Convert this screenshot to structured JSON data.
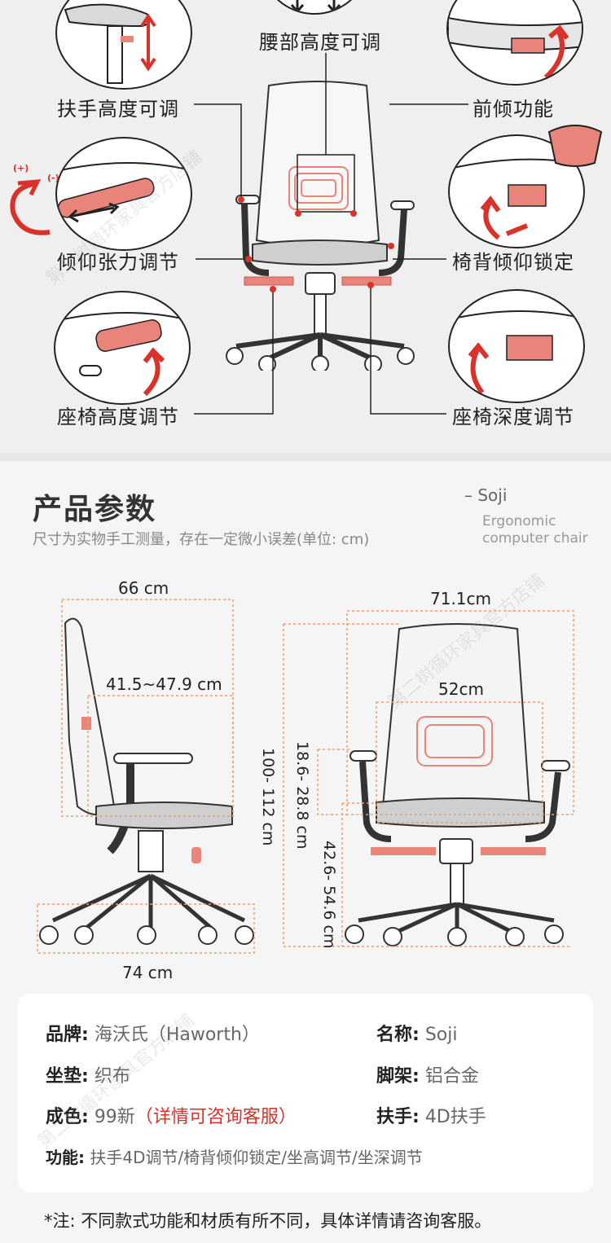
{
  "features": {
    "lumbar": "腰部高度可调",
    "armrest_height": "扶手高度可调",
    "tilt_forward": "前倾功能",
    "tilt_tension": "倾仰张力调节",
    "back_lock": "椅背倾仰锁定",
    "seat_height": "座椅高度调节",
    "seat_depth": "座椅深度调节",
    "plus_marker": "(+)",
    "minus_marker": "(-)"
  },
  "params": {
    "title": "产品参数",
    "subtitle": "尺寸为实物手工测量，存在一定微小误差(单位: cm)",
    "brand_tag": "– Soji",
    "brand_desc_1": "Ergonomic",
    "brand_desc_2": "computer chair"
  },
  "dimensions": {
    "side_depth": "66 cm",
    "seat_depth": "41.5~47.9 cm",
    "total_height": "100- 112 cm",
    "base_width": "74 cm",
    "front_width": "71.1cm",
    "seat_width": "52cm",
    "armrest_height": "18.6- 28.8 cm",
    "seat_height": "42.6- 54.6 cm"
  },
  "specs": {
    "brand_label": "品牌:",
    "brand_value": "海沃氏（Haworth）",
    "name_label": "名称:",
    "name_value": "Soji",
    "cushion_label": "坐垫:",
    "cushion_value": "织布",
    "base_label": "脚架:",
    "base_value": "铝合金",
    "condition_label": "成色:",
    "condition_value": "99新",
    "condition_note": "（详情可咨询客服）",
    "armrest_label": "扶手:",
    "armrest_value": "4D扶手",
    "function_label": "功能:",
    "function_value": "扶手4D调节/椅背倾仰锁定/坐高调节/坐深调节"
  },
  "note": "*注: 不同款式功能和材质有所不同，具体详情请咨询客服。",
  "watermark": "第二树循环家具官方店铺",
  "colors": {
    "accent_red": "#d8322a",
    "part_pink": "#e8847a",
    "dim_line": "#e8a070"
  }
}
